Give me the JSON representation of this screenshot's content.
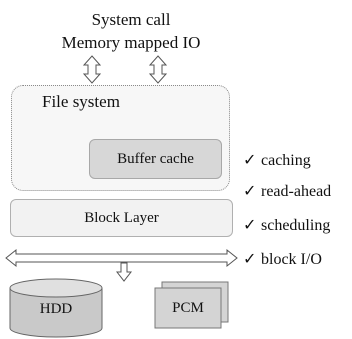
{
  "interfaces": {
    "line1": "System call",
    "line2": "Memory mapped IO"
  },
  "file_system": {
    "label": "File system",
    "buffer_cache": "Buffer cache"
  },
  "block_layer": {
    "label": "Block Layer"
  },
  "devices": {
    "hdd": "HDD",
    "pcm": "PCM"
  },
  "features": [
    {
      "mark": "✓",
      "label": "caching"
    },
    {
      "mark": "✓",
      "label": "read-ahead"
    },
    {
      "mark": "✓",
      "label": "scheduling"
    },
    {
      "mark": "✓",
      "label": "block I/O"
    }
  ]
}
